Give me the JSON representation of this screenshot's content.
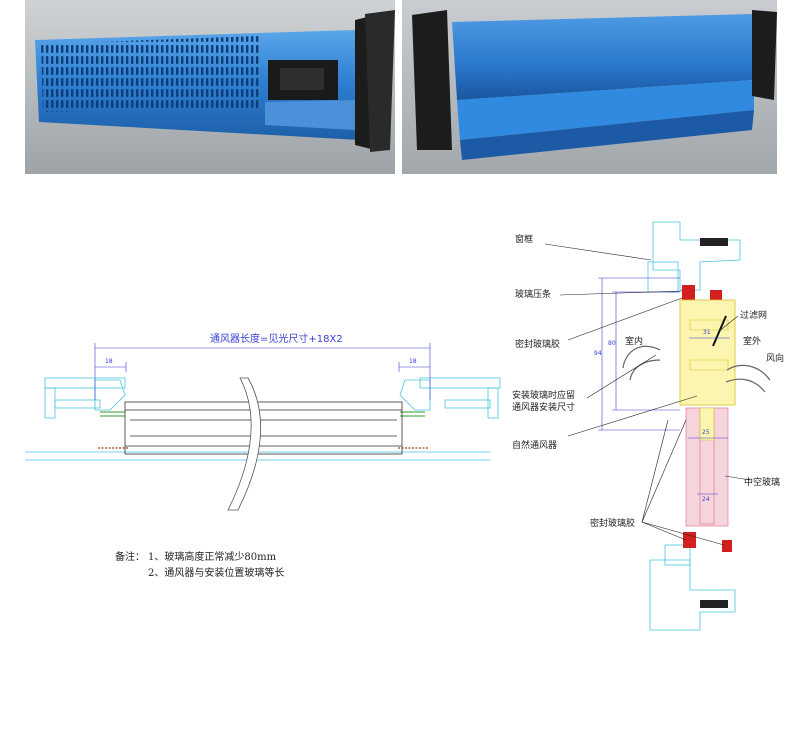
{
  "colors": {
    "product_blue": "#2d78c8",
    "dimension_blue": "#3a3fd6",
    "profile_cyan": "#49c3e0",
    "sealant_red": "#d22020",
    "vent_yellow": "#f0e25a",
    "glass_pink": "#f2a0b0"
  },
  "photos": {
    "left": {
      "icon": "vent-front-render"
    },
    "right": {
      "icon": "vent-rear-render"
    }
  },
  "elevation": {
    "length_formula": "通风器长度=见光尺寸+18X2",
    "dim_left": "18",
    "dim_right": "18"
  },
  "notes": {
    "prefix": "备注：",
    "line1": "1、玻璃高度正常减少80mm",
    "line2": "2、通风器与安装位置玻璃等长"
  },
  "section": {
    "labels": {
      "window_frame": "窗框",
      "glass_bead": "玻璃压条",
      "sealant_top": "密封玻璃胶",
      "install_note_1": "安装玻璃时应留",
      "install_note_2": "通风器安装尺寸",
      "natural_vent": "自然通风器",
      "sealant_bottom": "密封玻璃胶",
      "filter_mesh": "过滤网",
      "indoor": "室内",
      "outdoor": "室外",
      "wind_direction": "风向",
      "insulated_glass": "中空玻璃"
    },
    "dims": {
      "h94": "94",
      "h80": "80",
      "w31": "31",
      "w25": "25",
      "w24": "24"
    }
  }
}
